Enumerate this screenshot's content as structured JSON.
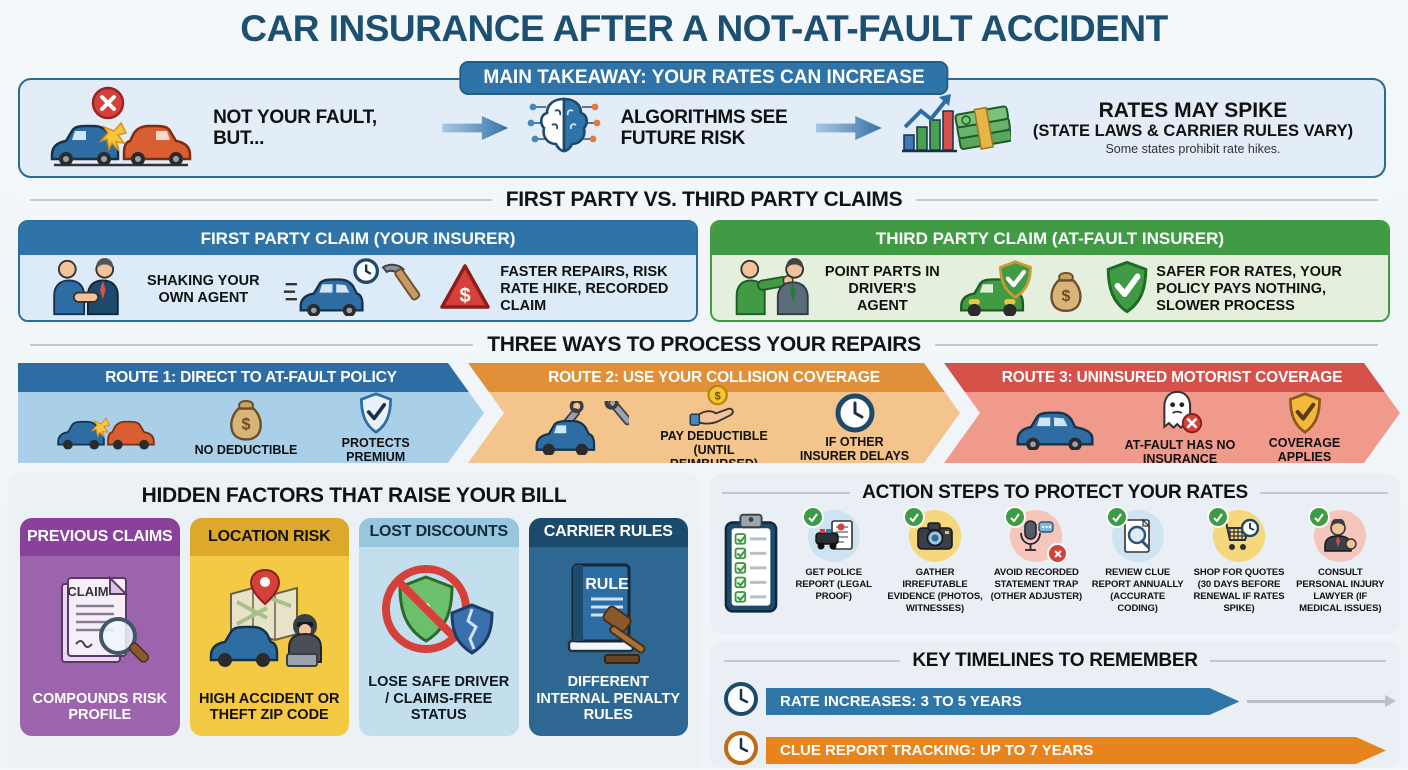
{
  "title": "CAR INSURANCE AFTER A NOT-AT-FAULT ACCIDENT",
  "takeaway": {
    "banner": "MAIN TAKEAWAY: YOUR RATES CAN INCREASE",
    "step1_label": "NOT YOUR FAULT, BUT...",
    "step2_label": "ALGORITHMS SEE FUTURE RISK",
    "step3_title": "RATES MAY SPIKE",
    "step3_subtitle": "(STATE LAWS & CARRIER RULES VARY)",
    "step3_note": "Some states prohibit rate hikes.",
    "icons": [
      "car-crash-x-icon",
      "brain-circuit-icon",
      "chart-money-icon"
    ]
  },
  "claims": {
    "heading": "FIRST PARTY VS. THIRD PARTY CLAIMS",
    "first": {
      "title": "FIRST PARTY CLAIM (YOUR INSURER)",
      "item1_label": "SHAKING YOUR OWN AGENT",
      "item2_icon": "car-clock-hammer-icon",
      "item3_label": "FASTER REPAIRS, RISK RATE HIKE, RECORDED CLAIM"
    },
    "third": {
      "title": "THIRD PARTY CLAIM (AT-FAULT INSURER)",
      "item1_label": "POINT PARTS IN DRIVER'S AGENT",
      "item2_icon": "car-shield-moneybag-icon",
      "item3_label": "SAFER FOR RATES, YOUR POLICY PAYS NOTHING, SLOWER PROCESS"
    }
  },
  "routes": {
    "heading": "THREE WAYS TO PROCESS YOUR REPAIRS",
    "r1": {
      "title": "ROUTE 1: DIRECT TO AT-FAULT POLICY",
      "p2_label": "NO DEDUCTIBLE",
      "p3_label": "PROTECTS PREMIUM"
    },
    "r2": {
      "title": "ROUTE 2: USE YOUR COLLISION COVERAGE",
      "p2_label": "PAY DEDUCTIBLE (UNTIL REIMBURSED)",
      "p3_label": "IF OTHER INSURER DELAYS"
    },
    "r3": {
      "title": "ROUTE 3: UNINSURED MOTORIST COVERAGE",
      "p2_label": "AT-FAULT HAS NO INSURANCE",
      "p3_label": "COVERAGE APPLIES"
    }
  },
  "factors": {
    "heading": "HIDDEN FACTORS THAT RAISE YOUR BILL",
    "cards": [
      {
        "title": "PREVIOUS CLAIMS",
        "caption": "COMPOUNDS RISK PROFILE",
        "icon": "claim-document-magnifier-icon"
      },
      {
        "title": "LOCATION RISK",
        "caption": "HIGH ACCIDENT OR THEFT ZIP CODE",
        "icon": "map-pin-car-thief-icon"
      },
      {
        "title": "LOST DISCOUNTS",
        "caption": "LOSE SAFE DRIVER / CLAIMS-FREE STATUS",
        "icon": "no-discount-shields-icon"
      },
      {
        "title": "CARRIER RULES",
        "caption": "DIFFERENT INTERNAL PENALTY RULES",
        "icon": "rule-book-gavel-icon"
      }
    ]
  },
  "actions": {
    "heading": "ACTION STEPS TO PROTECT YOUR RATES",
    "steps": [
      "GET POLICE REPORT (LEGAL PROOF)",
      "GATHER IRREFUTABLE EVIDENCE (PHOTOS, WITNESSES)",
      "AVOID RECORDED STATEMENT TRAP (OTHER ADJUSTER)",
      "REVIEW CLUE REPORT ANNUALLY (ACCURATE CODING)",
      "SHOP FOR QUOTES (30 DAYS BEFORE RENEWAL IF RATES SPIKE)",
      "CONSULT PERSONAL INJURY LAWYER (IF MEDICAL ISSUES)"
    ],
    "step_icons": [
      "police-report-icon",
      "camera-evidence-icon",
      "microphone-statement-icon",
      "magnifier-report-icon",
      "cart-clock-icon",
      "lawyer-person-icon"
    ]
  },
  "timelines": {
    "heading": "KEY TIMELINES TO REMEMBER",
    "t1_label": "RATE INCREASES: 3 TO 5 YEARS",
    "t2_label": "CLUE REPORT TRACKING: UP TO 7 YEARS"
  },
  "glyphs": {
    "dollar": "$",
    "claim": "CLAIM",
    "rule": "RULE"
  },
  "colors": {
    "navy": "#1c4f70",
    "accent_blue": "#2e74a8",
    "green": "#419b45",
    "orange": "#e28f3a",
    "red": "#d6514a",
    "purple": "#8a419b",
    "gold": "#f4ca45",
    "dark_blue": "#1c4a6b",
    "timeline_blue": "#2e75a8",
    "timeline_orange": "#e8841d"
  }
}
